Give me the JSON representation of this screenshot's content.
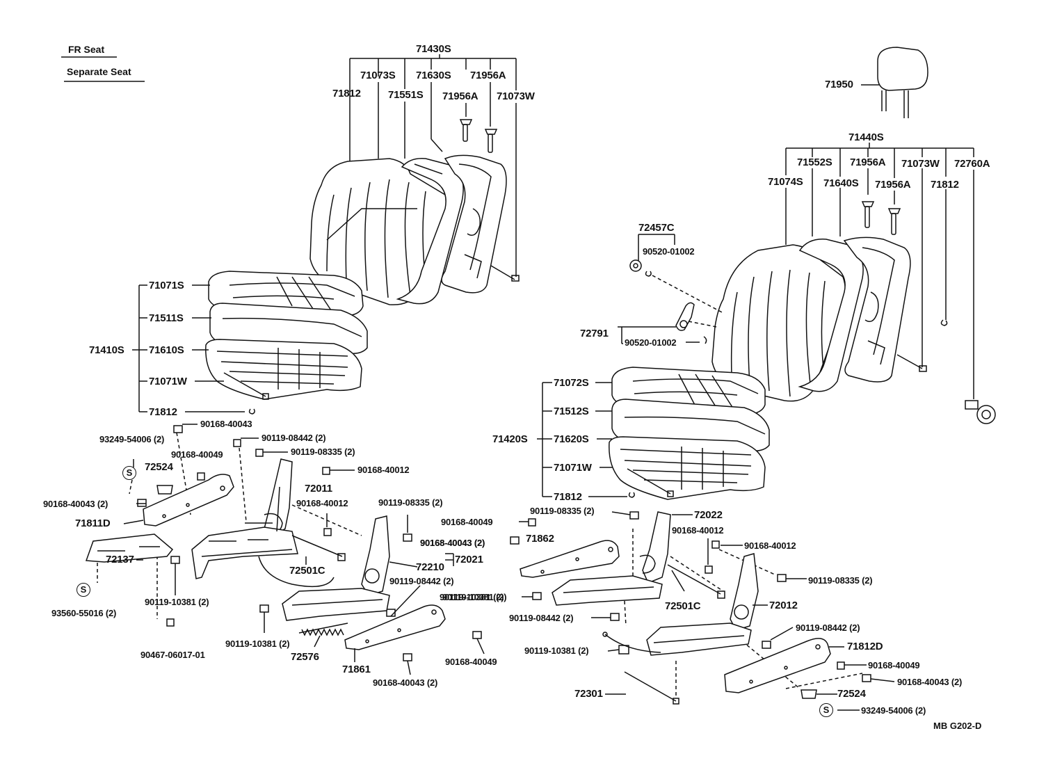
{
  "header": {
    "title_line1": "FR Seat",
    "title_line2": "Separate Seat"
  },
  "figure_code": "MB G202-D",
  "service_symbol": "S",
  "labels": {
    "l71430S": "71430S",
    "l71073S": "71073S",
    "l71630S": "71630S",
    "l71956A_a": "71956A",
    "l71812_a": "71812",
    "l71551S": "71551S",
    "l71956A_b": "71956A",
    "l71073W": "71073W",
    "l71071S": "71071S",
    "l71511S": "71511S",
    "l71410S": "71410S",
    "l71610S": "71610S",
    "l71071W_a": "71071W",
    "l71812_b": "71812",
    "l90168_40043_a": "90168-40043",
    "l93249_54006_a": "93249-54006 (2)",
    "l90119_08442_a": "90119-08442 (2)",
    "l90119_08335_a": "90119-08335 (2)",
    "l90168_40049_a": "90168-40049",
    "l72524_a": "72524",
    "l90168_40012_a": "90168-40012",
    "l72011": "72011",
    "l90168_40043_b": "90168-40043 (2)",
    "l90168_40012_b": "90168-40012",
    "l71811D": "71811D",
    "l90119_08335_b": "90119-08335 (2)",
    "l72137": "72137",
    "l90168_40043_c": "90168-40043 (2)",
    "l72021": "72021",
    "l72210": "72210",
    "l72501C_a": "72501C",
    "l90119_08442_b": "90119-08442 (2)",
    "l93560_55016": "93560-55016 (2)",
    "l90119_10381_a": "90119-10381 (2)",
    "l90119_10381_b": "90119-10381 (2)",
    "l90119_10381_c": "90119-10381 (2)",
    "l90467_06017": "90467-06017-01",
    "l72576": "72576",
    "l71861": "71861",
    "l90168_40049_b": "90168-40049",
    "l90168_40043_d": "90168-40043 (2)",
    "l71950": "71950",
    "l71440S": "71440S",
    "l71552S": "71552S",
    "l71956A_c": "71956A",
    "l71073W_b": "71073W",
    "l72760A": "72760A",
    "l71074S": "71074S",
    "l71640S": "71640S",
    "l71956A_d": "71956A",
    "l71812_c": "71812",
    "l72457C": "72457C",
    "l90520_01002_a": "90520-01002",
    "l72791": "72791",
    "l90520_01002_b": "90520-01002",
    "l71072S": "71072S",
    "l71512S": "71512S",
    "l71420S": "71420S",
    "l71620S": "71620S",
    "l71071W_b": "71071W",
    "l71812_d": "71812",
    "l90119_08335_c": "90119-08335 (2)",
    "l72022": "72022",
    "l90168_40049_c": "90168-40049",
    "l90168_40012_c": "90168-40012",
    "l90168_40043_e": "90168-40043 (2)",
    "l71862": "71862",
    "l90168_40012_d": "90168-40012",
    "l90119_08335_d": "90119-08335 (2)",
    "l90119_10381_d": "90119-10381 (2)",
    "l72501C_b": "72501C",
    "l72012": "72012",
    "l90119_08442_c": "90119-08442 (2)",
    "l90119_08442_d": "90119-08442 (2)",
    "l71812D": "71812D",
    "l90119_10381_e": "90119-10381 (2)",
    "l90168_40049_d": "90168-40049",
    "l90168_40043_f": "90168-40043 (2)",
    "l72301": "72301",
    "l72524_b": "72524",
    "l93249_54006_b": "93249-54006 (2)"
  }
}
